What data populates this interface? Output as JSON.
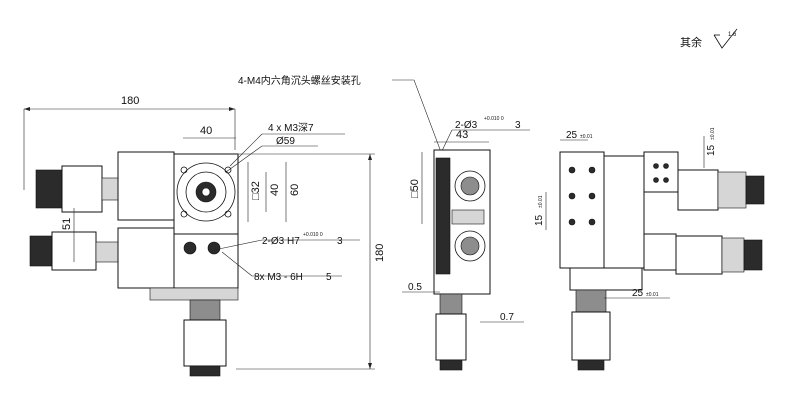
{
  "roughness_note": "其余",
  "roughness_symbol": "1.6",
  "callouts": {
    "mount_holes": "4-M4内六角沉头螺丝安装孔",
    "pin_holes_side": "2-Ø3",
    "pin_holes_side_tol": "+0.010 0",
    "pin_holes_side_depth": "3",
    "thread_top": "4 x  M3深7",
    "circle_dia": "Ø59",
    "pin_holes_front": "2-Ø3 H7",
    "pin_holes_front_tol": "+0.010 0",
    "pin_holes_front_depth": "3",
    "thread_bottom": "8x  M3 - 6H",
    "thread_bottom_depth": "5"
  },
  "dimensions": {
    "overall_width": "180",
    "top_width": "40",
    "square_32": "□32",
    "dim_40_vertical": "40",
    "dim_60_vertical": "60",
    "dim_51": "51",
    "overall_height": "180",
    "side_43": "43",
    "side_square_50": "□50",
    "side_05": "0.5",
    "side_07": "0.7",
    "right_25_top": "25",
    "right_25_top_tol": "±0.01",
    "right_15_top": "15",
    "right_15_top_tol": "±0.01",
    "right_15_left": "15",
    "right_15_left_tol": "±0.01",
    "right_25_bottom": "25",
    "right_25_bottom_tol": "±0.01"
  }
}
